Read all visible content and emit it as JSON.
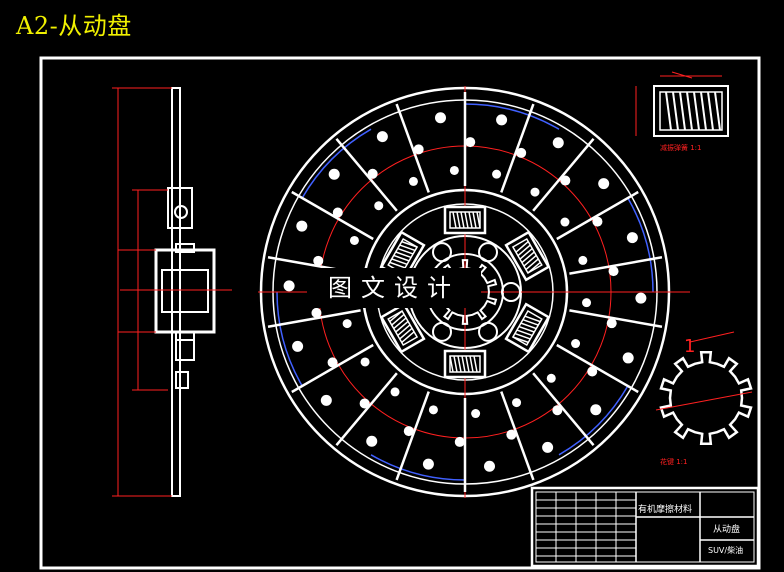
{
  "document": {
    "title": "A2-从动盘"
  },
  "watermark": {
    "text": "图文设计"
  },
  "title_block": {
    "material": "有机摩擦材料",
    "part_name": "从动盘",
    "product": "SUV/柴油"
  },
  "detail_views": {
    "spring_view_caption": "减振弹簧 1:1",
    "spline_view_caption": "花键 1:1",
    "spline_callout": "1"
  },
  "colors": {
    "background": "#000000",
    "outline": "#ffffff",
    "dimension": "#ff2020",
    "centerline": "#ff2020",
    "hatch": "#4060ff",
    "title": "#f0f000"
  }
}
